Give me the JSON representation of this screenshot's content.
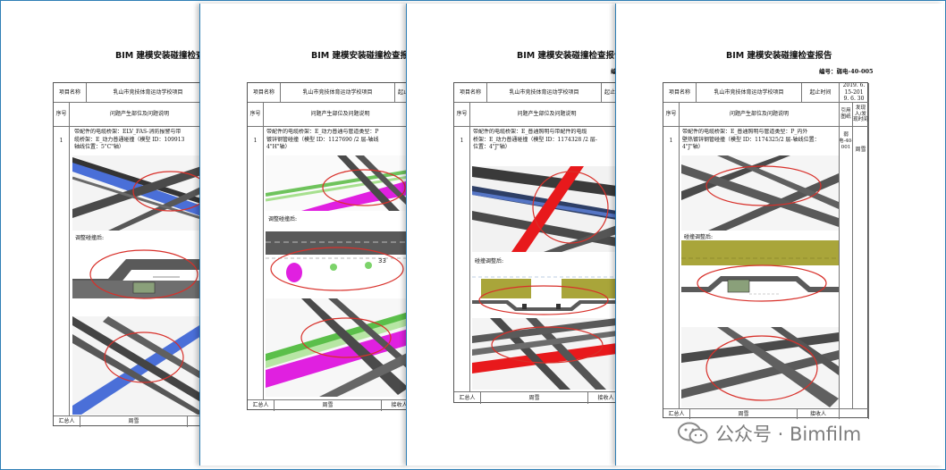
{
  "report_title": "BIM 建模安装碰撞检查报告",
  "project_label": "项目名称",
  "project_name": "乳山市竞技体育运动学校项目",
  "time_label": "起止时间",
  "col_no": "序号",
  "col_issue": "问题产生部位及问题说明",
  "col_ref": "引用图纸",
  "col_finder": "发现人/发现时间",
  "summary_label": "汇总人",
  "summary_name": "周雪",
  "receiver_label": "接收人",
  "adjust_label": "调整碰撞后:",
  "row_no": "1",
  "pages": [
    {
      "title": "BIM 建模安装碰撞检查报",
      "desc_line1": "带配件的电缆桥架：ELV_FAS-消防报警与带",
      "desc_line2": "缆桥架：E_动力普通碰撞（模型 ID：109913",
      "desc_line3": "轴线位置：5\"C\"轴）"
    },
    {
      "title": "BIM 建模安装碰撞检查报告",
      "time_partial": "起止",
      "desc_line1": "带配件的电缆桥架：E_动力普通与管道类型：P",
      "desc_line2": "镀锌钢管碰撞（模型 ID：1127690 /2 层-轴线",
      "desc_line3": "4\"H\"轴）"
    },
    {
      "title": "BIM 建模安装碰撞检查报告",
      "docno_partial": "编",
      "time_partial": "起止",
      "desc_line1": "带配件的电缆桥架：E_普通照明与带配件的电缆",
      "desc_line2": "桥架：E_动力普通碰撞（模型 ID：1174328 /2 层-",
      "desc_line3": "位置：4\"J\"轴）",
      "adjust_label": "碰撞调整后:"
    },
    {
      "title": "BIM 建模安装碰撞检查报告",
      "docno": "编号：弱电-40-005",
      "time_value_line1": "2019. 6. 15-201",
      "time_value_line2": "9. 6. 30",
      "desc_line1": "带配件的电缆桥架：E_普通照明与管道类型：P_内外",
      "desc_line2": "壁热镀锌钢管碰撞（模型 ID：1174325/2 层-轴线位置：",
      "desc_line3": "4\"J\"轴）",
      "ref_value": "弱电-40-001",
      "finder_value": "周雪",
      "adjust_label": "碰撞调整后:"
    }
  ],
  "watermark": {
    "text": "公众号 · Bimfilm",
    "icon": "wechat-icon"
  },
  "colors": {
    "frame": "#2f7fb5",
    "cable_tray": "#4a4a4a",
    "pipe_magenta": "#e020e0",
    "pipe_red": "#e8191c",
    "pipe_blue": "#4a6fd8",
    "clash_ellipse": "#d8302a"
  }
}
